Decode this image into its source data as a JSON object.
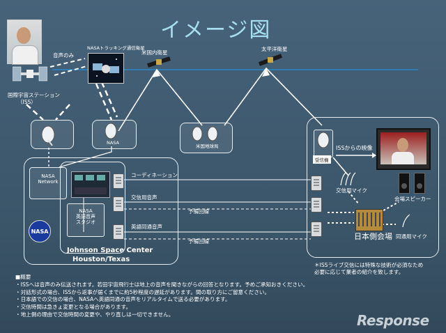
{
  "title": "イメージ図",
  "labels": {
    "voice_only": "音声のみ",
    "nasa_tracking": "NASAトラッキング通信衛星",
    "us_satellite": "米国内衛星",
    "pacific_satellite": "太平洋衛星",
    "iss_line1": "国際宇宙ステーション",
    "iss_line2": "（ISS）",
    "nasa_dish": "NASA",
    "us_ground_station": "米国地球局",
    "nasa_network": "NASA\nNetwork",
    "nasa_studio": "NASA\n英語音声\nスタジオ",
    "jsc_line1": "Johnson Space Center",
    "jsc_line2": "Houston/Texas",
    "coordination": "コーディネーション",
    "exchange_audio": "交信用音声",
    "backup_line_1": "予備回線",
    "english_simul": "英語同通音声",
    "backup_line_2": "予備回線",
    "iss_video": "ISSからの映像",
    "receiver": "受信機",
    "exchange_mic": "交信用マイク",
    "venue_speaker": "会場スピーカー",
    "simul_mic": "同通用マイク",
    "japan_venue": "日本側会場"
  },
  "note": [
    "＊ISSライブ交信には特殊な技術が必須なため",
    "必要に応じて業者の紹介を致します。"
  ],
  "overview": [
    "■概要",
    "・ISSへは音声のみ伝送されます。若田宇宙飛行士は地上の音声を聞きながらの回答となります。予めご承知おきください。",
    "・対話形式の場合、ISSから返事が届くまでに約5秒程度の遅延があります。間の取り方にご留意ください。",
    "・日本語での交信の場合、NASAへ英語同通の音声をリアルタイムで送る必要があります。",
    "・交信時間は急きょ変更となる場合があります。",
    "・地上側の理由で交信時間の変更や、やり直しは一切できません。"
  ],
  "brand": "Response"
}
